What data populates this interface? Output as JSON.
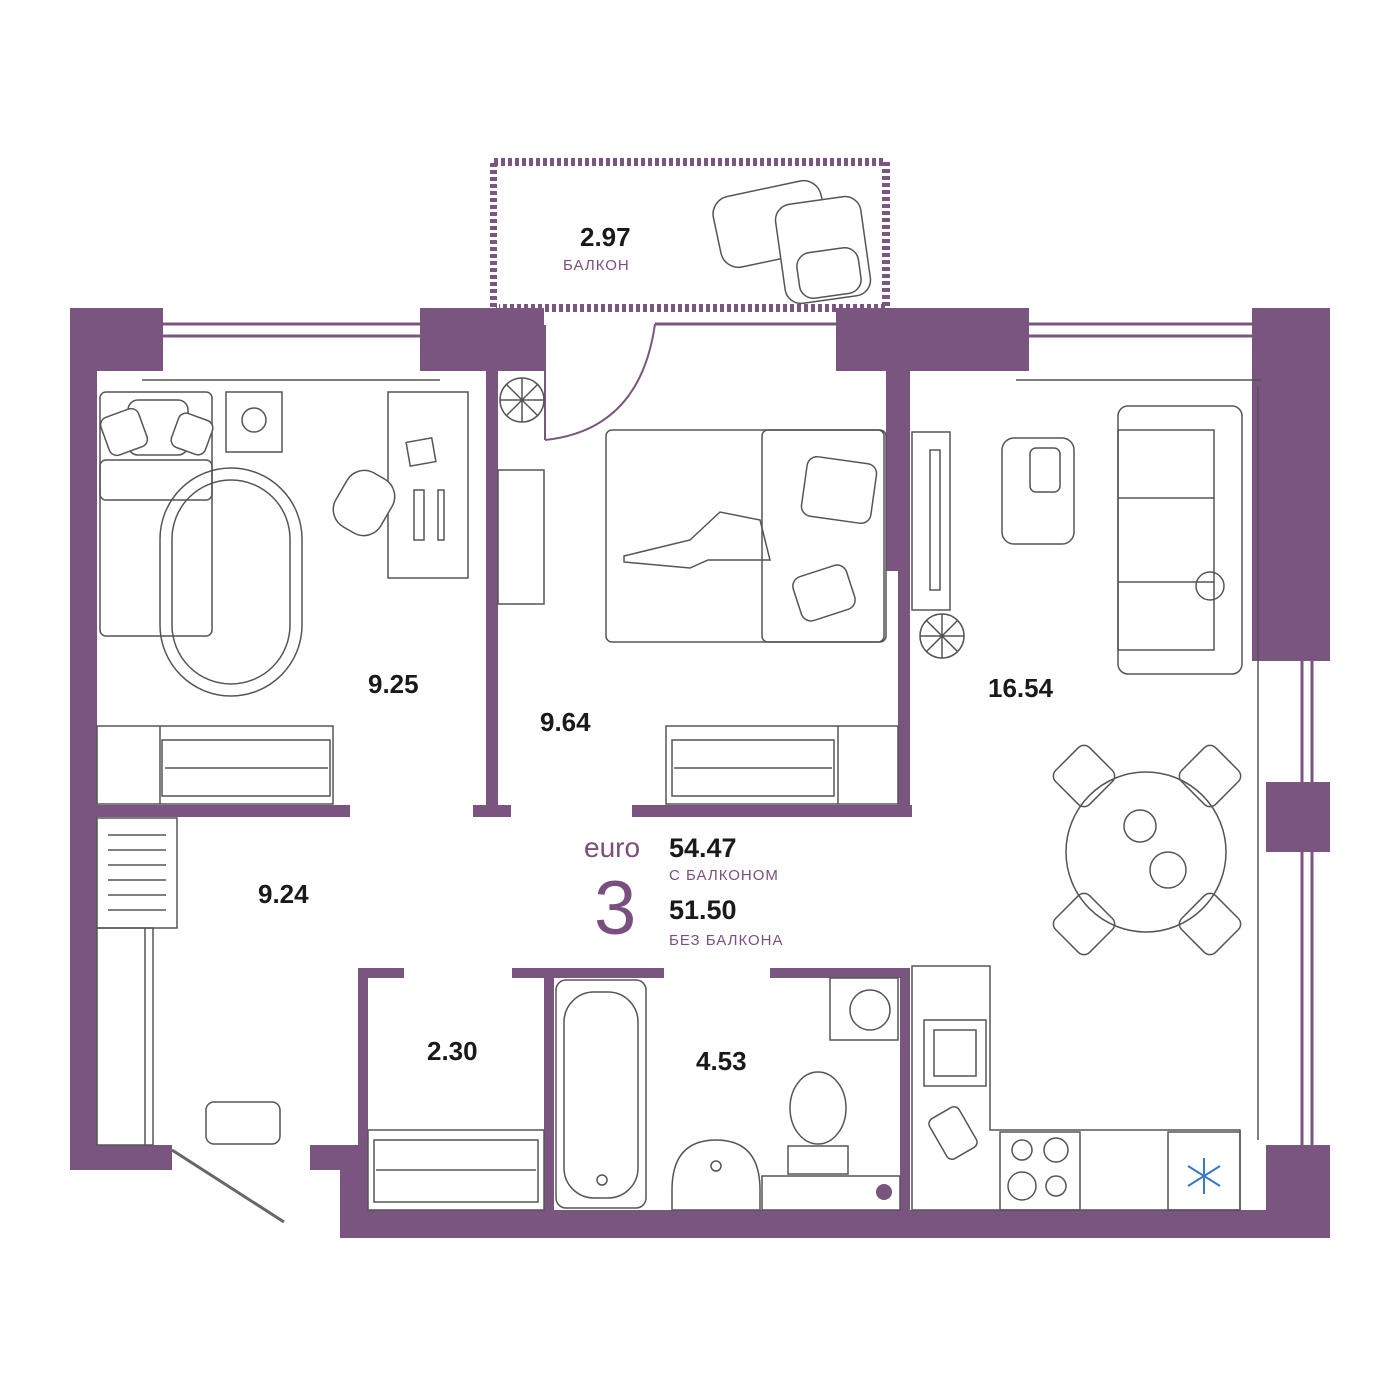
{
  "colors": {
    "wall": "#7a5580",
    "accent": "#7a4f80",
    "text": "#1a1a1a",
    "furniture": "#555555",
    "snow": "#3a78c8"
  },
  "apartment": {
    "type_prefix": "euro",
    "rooms": "3",
    "total_with_balcony": "54.47",
    "with_balcony_label": "С БАЛКОНОМ",
    "total_without_balcony": "51.50",
    "without_balcony_label": "БЕЗ БАЛКОНА"
  },
  "rooms": {
    "balcony": {
      "area": "2.97",
      "label": "БАЛКОН"
    },
    "bedroom_left": {
      "area": "9.25"
    },
    "bedroom_middle": {
      "area": "9.64"
    },
    "living_kitchen": {
      "area": "16.54"
    },
    "hallway": {
      "area": "9.24"
    },
    "storage": {
      "area": "2.30"
    },
    "bathroom": {
      "area": "4.53"
    }
  },
  "icons": [
    "bed-icon",
    "sofa-icon",
    "dining-table-icon",
    "bathtub-icon",
    "toilet-icon",
    "sink-icon",
    "washing-machine-icon",
    "stove-icon",
    "fridge-snowflake-icon",
    "plant-icon",
    "armchair-icon",
    "wardrobe-icon",
    "desk-icon",
    "tv-icon"
  ]
}
